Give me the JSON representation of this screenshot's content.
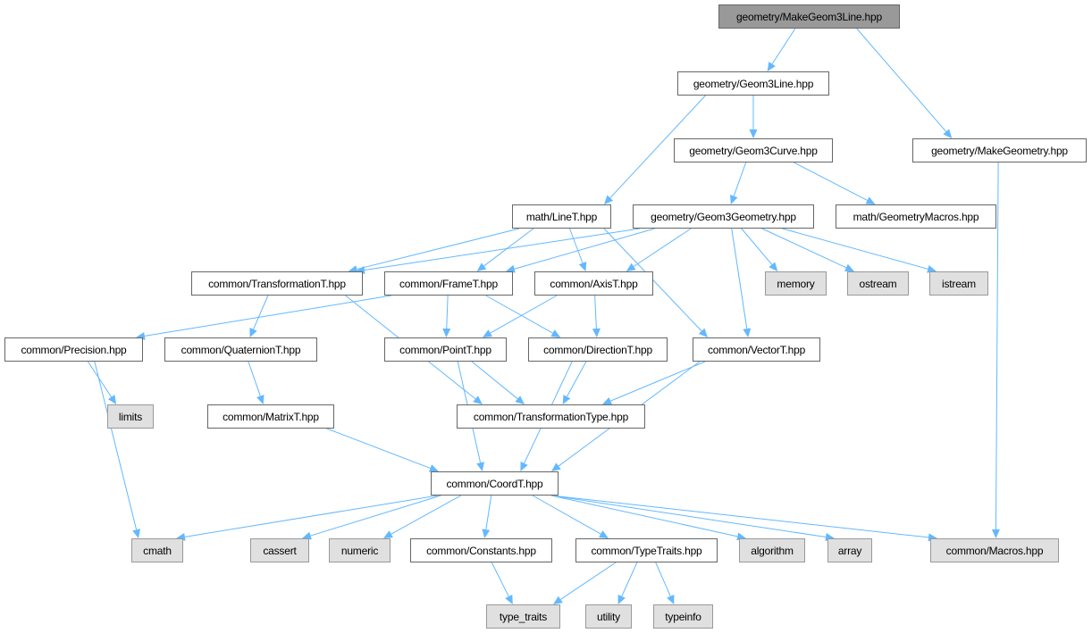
{
  "colors": {
    "edge": "#63b8ff",
    "root_fill": "#999999",
    "system_fill": "#e0e0e0"
  },
  "nodes": [
    {
      "id": "MakeGeom3Line",
      "label": "geometry/MakeGeom3Line.hpp",
      "kind": "root"
    },
    {
      "id": "Geom3Line",
      "label": "geometry/Geom3Line.hpp",
      "kind": "file"
    },
    {
      "id": "Geom3Curve",
      "label": "geometry/Geom3Curve.hpp",
      "kind": "file"
    },
    {
      "id": "MakeGeometry",
      "label": "geometry/MakeGeometry.hpp",
      "kind": "file"
    },
    {
      "id": "LineT",
      "label": "math/LineT.hpp",
      "kind": "file"
    },
    {
      "id": "Geom3Geometry",
      "label": "geometry/Geom3Geometry.hpp",
      "kind": "file"
    },
    {
      "id": "GeometryMacros",
      "label": "math/GeometryMacros.hpp",
      "kind": "file"
    },
    {
      "id": "TransformationT",
      "label": "common/TransformationT.hpp",
      "kind": "file"
    },
    {
      "id": "FrameT",
      "label": "common/FrameT.hpp",
      "kind": "file"
    },
    {
      "id": "AxisT",
      "label": "common/AxisT.hpp",
      "kind": "file"
    },
    {
      "id": "memory",
      "label": "memory",
      "kind": "system"
    },
    {
      "id": "ostream",
      "label": "ostream",
      "kind": "system"
    },
    {
      "id": "istream",
      "label": "istream",
      "kind": "system"
    },
    {
      "id": "Precision",
      "label": "common/Precision.hpp",
      "kind": "file"
    },
    {
      "id": "QuaternionT",
      "label": "common/QuaternionT.hpp",
      "kind": "file"
    },
    {
      "id": "PointT",
      "label": "common/PointT.hpp",
      "kind": "file"
    },
    {
      "id": "DirectionT",
      "label": "common/DirectionT.hpp",
      "kind": "file"
    },
    {
      "id": "VectorT",
      "label": "common/VectorT.hpp",
      "kind": "file"
    },
    {
      "id": "limits",
      "label": "limits",
      "kind": "system"
    },
    {
      "id": "MatrixT",
      "label": "common/MatrixT.hpp",
      "kind": "file"
    },
    {
      "id": "TransformationType",
      "label": "common/TransformationType.hpp",
      "kind": "file"
    },
    {
      "id": "CoordT",
      "label": "common/CoordT.hpp",
      "kind": "file"
    },
    {
      "id": "cmath",
      "label": "cmath",
      "kind": "system"
    },
    {
      "id": "cassert",
      "label": "cassert",
      "kind": "system"
    },
    {
      "id": "numeric",
      "label": "numeric",
      "kind": "system"
    },
    {
      "id": "Constants",
      "label": "common/Constants.hpp",
      "kind": "file"
    },
    {
      "id": "TypeTraits",
      "label": "common/TypeTraits.hpp",
      "kind": "file"
    },
    {
      "id": "algorithm",
      "label": "algorithm",
      "kind": "system"
    },
    {
      "id": "array",
      "label": "array",
      "kind": "system"
    },
    {
      "id": "Macros",
      "label": "common/Macros.hpp",
      "kind": "system"
    },
    {
      "id": "type_traits",
      "label": "type_traits",
      "kind": "system"
    },
    {
      "id": "utility",
      "label": "utility",
      "kind": "system"
    },
    {
      "id": "typeinfo",
      "label": "typeinfo",
      "kind": "system"
    }
  ],
  "edges": [
    [
      "MakeGeom3Line",
      "Geom3Line"
    ],
    [
      "MakeGeom3Line",
      "MakeGeometry"
    ],
    [
      "Geom3Line",
      "Geom3Curve"
    ],
    [
      "Geom3Line",
      "LineT"
    ],
    [
      "Geom3Curve",
      "Geom3Geometry"
    ],
    [
      "Geom3Curve",
      "GeometryMacros"
    ],
    [
      "MakeGeometry",
      "Macros"
    ],
    [
      "LineT",
      "TransformationT"
    ],
    [
      "LineT",
      "FrameT"
    ],
    [
      "LineT",
      "AxisT"
    ],
    [
      "LineT",
      "VectorT"
    ],
    [
      "Geom3Geometry",
      "TransformationT"
    ],
    [
      "Geom3Geometry",
      "FrameT"
    ],
    [
      "Geom3Geometry",
      "AxisT"
    ],
    [
      "Geom3Geometry",
      "VectorT"
    ],
    [
      "Geom3Geometry",
      "memory"
    ],
    [
      "Geom3Geometry",
      "ostream"
    ],
    [
      "Geom3Geometry",
      "istream"
    ],
    [
      "TransformationT",
      "QuaternionT"
    ],
    [
      "TransformationT",
      "TransformationType"
    ],
    [
      "FrameT",
      "Precision"
    ],
    [
      "FrameT",
      "PointT"
    ],
    [
      "FrameT",
      "DirectionT"
    ],
    [
      "AxisT",
      "PointT"
    ],
    [
      "AxisT",
      "DirectionT"
    ],
    [
      "Precision",
      "limits"
    ],
    [
      "Precision",
      "cmath"
    ],
    [
      "QuaternionT",
      "MatrixT"
    ],
    [
      "PointT",
      "TransformationType"
    ],
    [
      "PointT",
      "CoordT"
    ],
    [
      "DirectionT",
      "TransformationType"
    ],
    [
      "DirectionT",
      "CoordT"
    ],
    [
      "VectorT",
      "TransformationType"
    ],
    [
      "VectorT",
      "CoordT"
    ],
    [
      "MatrixT",
      "CoordT"
    ],
    [
      "CoordT",
      "cmath"
    ],
    [
      "CoordT",
      "cassert"
    ],
    [
      "CoordT",
      "numeric"
    ],
    [
      "CoordT",
      "Constants"
    ],
    [
      "CoordT",
      "TypeTraits"
    ],
    [
      "CoordT",
      "algorithm"
    ],
    [
      "CoordT",
      "array"
    ],
    [
      "CoordT",
      "Macros"
    ],
    [
      "Constants",
      "type_traits"
    ],
    [
      "TypeTraits",
      "type_traits"
    ],
    [
      "TypeTraits",
      "utility"
    ],
    [
      "TypeTraits",
      "typeinfo"
    ]
  ]
}
